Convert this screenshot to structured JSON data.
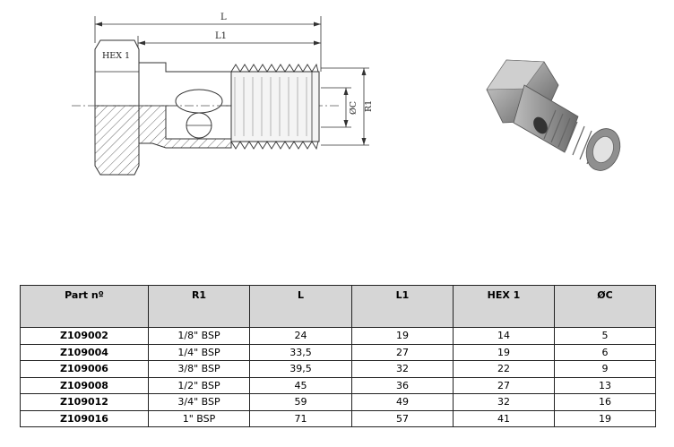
{
  "drawing": {
    "dim_L": "L",
    "dim_L1": "L1",
    "hex_label": "HEX 1",
    "dim_C": "ØC",
    "dim_R1": "R1"
  },
  "table": {
    "headers": [
      "Part nº",
      "R1",
      "L",
      "L1",
      "HEX 1",
      "ØC"
    ],
    "rows": [
      [
        "Z109002",
        "1/8\" BSP",
        "24",
        "19",
        "14",
        "5"
      ],
      [
        "Z109004",
        "1/4\" BSP",
        "33,5",
        "27",
        "19",
        "6"
      ],
      [
        "Z109006",
        "3/8\" BSP",
        "39,5",
        "32",
        "22",
        "9"
      ],
      [
        "Z109008",
        "1/2\" BSP",
        "45",
        "36",
        "27",
        "13"
      ],
      [
        "Z109012",
        "3/4\" BSP",
        "59",
        "49",
        "32",
        "16"
      ],
      [
        "Z109016",
        "1\" BSP",
        "71",
        "57",
        "41",
        "19"
      ]
    ]
  }
}
